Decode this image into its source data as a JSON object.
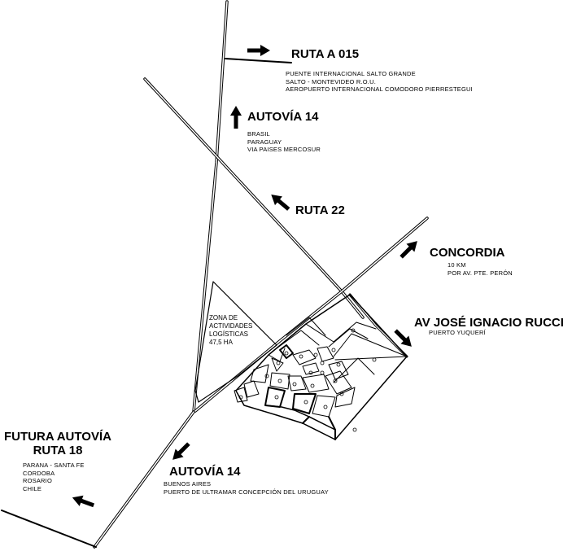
{
  "labels": {
    "ruta_a015": {
      "title": "RUTA A 015",
      "lines": [
        "PUENTE INTERNACIONAL SALTO GRANDE",
        "SALTO - MONTEVIDEO R.O.U.",
        "AEROPUERTO INTERNACIONAL COMODORO PIERRESTEGUI"
      ]
    },
    "autovia14_north": {
      "title": "AUTOVÍA 14",
      "lines": [
        "BRASIL",
        "PARAGUAY",
        "VIA PAISES MERCOSUR"
      ]
    },
    "ruta22": {
      "title": "RUTA 22"
    },
    "concordia": {
      "title": "CONCORDIA",
      "lines": [
        "10 KM",
        "POR AV. PTE. PERÓN"
      ]
    },
    "rucci": {
      "title": "AV JOSÉ IGNACIO RUCCI",
      "lines": [
        "PUERTO YUQUERÍ"
      ]
    },
    "zona": {
      "lines": [
        "ZONA DE",
        "ACTIVIDADES",
        "LOGÍSTICAS",
        "47,5 HA"
      ]
    },
    "ruta18": {
      "title_line1": "FUTURA AUTOVÍA",
      "title_line2": "RUTA 18",
      "lines": [
        "PARANA  - SANTA FE",
        "CORDOBA",
        "ROSARIO",
        "CHILE"
      ]
    },
    "autovia14_south": {
      "title": "AUTOVÍA 14",
      "lines": [
        "BUENOS AIRES",
        "PUERTO DE ULTRAMAR CONCEPCIÓN DEL URUGUAY"
      ]
    }
  },
  "icons": {
    "arrows": [
      "arrow-east",
      "arrow-north",
      "arrow-northwest",
      "arrow-northeast",
      "arrow-southeast",
      "arrow-southwest",
      "arrow-west"
    ]
  },
  "colors": {
    "line": "#000000",
    "background": "#ffffff"
  }
}
